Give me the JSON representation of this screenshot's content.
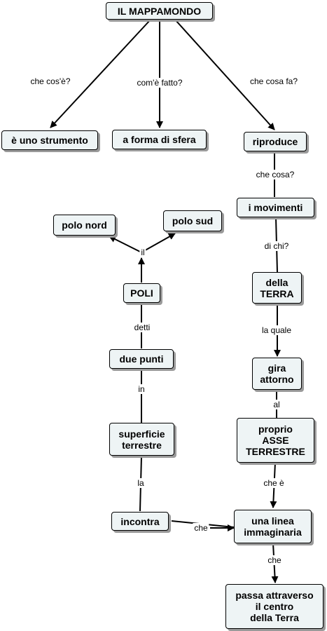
{
  "nodes": {
    "mappamondo": "IL MAPPAMONDO",
    "strumento": "è uno strumento",
    "sfera": "a forma di sfera",
    "riproduce": "riproduce",
    "movimenti": "i movimenti",
    "terra": "della\nTERRA",
    "gira": "gira\nattorno",
    "asse": "proprio\nASSE\nTERRESTRE",
    "linea": "una linea\nimmaginaria",
    "passa": "passa attraverso\nil centro\ndella Terra",
    "incontra": "incontra",
    "superficie": "superficie\nterrestre",
    "punti": "due punti",
    "poli": "POLI",
    "nord": "polo nord",
    "sud": "polo sud"
  },
  "links": {
    "cose": "che  cos'è?",
    "come": "com'è fatto?",
    "fa": "che cosa fa?",
    "checosa": "che cosa?",
    "dichi": "di chi?",
    "quale": "la quale",
    "al": "al",
    "chee": "che è",
    "che1": "che",
    "che2": "che",
    "la": "la",
    "in": "in",
    "detti": "detti",
    "il": "il"
  }
}
